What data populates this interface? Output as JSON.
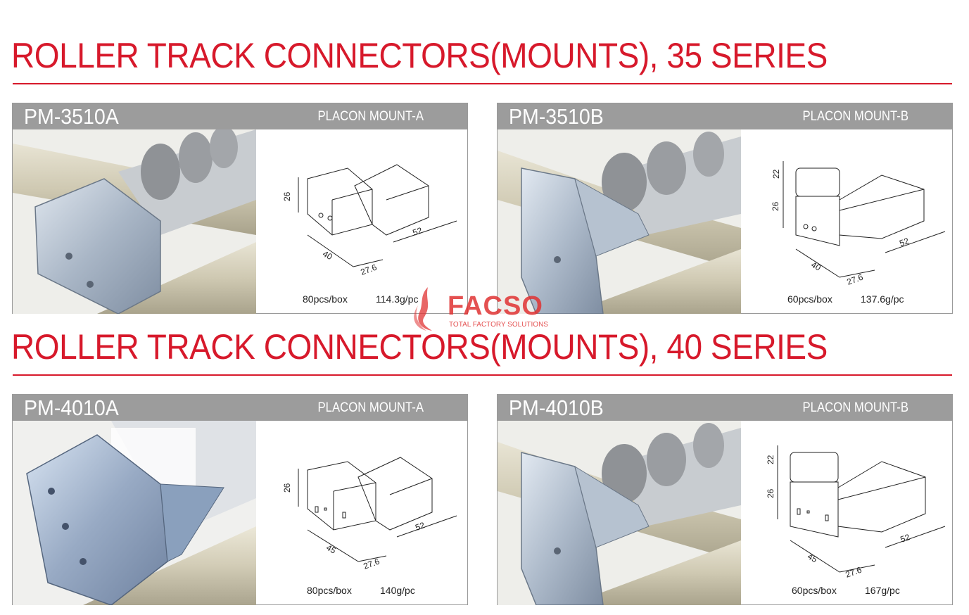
{
  "sections": [
    {
      "title": "ROLLER TRACK CONNECTORS(MOUNTS), 35 SERIES",
      "cards": [
        {
          "model": "PM-3510A",
          "name": "PLACON MOUNT-A",
          "pcs_box": "80pcs/box",
          "weight": "114.3g/pc",
          "dims": {
            "height": "26",
            "width": "40",
            "depth": "27.6",
            "length": "52"
          }
        },
        {
          "model": "PM-3510B",
          "name": "PLACON MOUNT-B",
          "pcs_box": "60pcs/box",
          "weight": "137.6g/pc",
          "dims": {
            "top": "22",
            "height": "26",
            "width": "40",
            "depth": "27.6",
            "length": "52"
          }
        }
      ]
    },
    {
      "title": "ROLLER TRACK CONNECTORS(MOUNTS), 40 SERIES",
      "cards": [
        {
          "model": "PM-4010A",
          "name": "PLACON MOUNT-A",
          "pcs_box": "80pcs/box",
          "weight": "140g/pc",
          "dims": {
            "height": "26",
            "width": "45",
            "depth": "27.6",
            "length": "52"
          }
        },
        {
          "model": "PM-4010B",
          "name": "PLACON MOUNT-B",
          "pcs_box": "60pcs/box",
          "weight": "167g/pc",
          "dims": {
            "top": "22",
            "height": "26",
            "width": "45",
            "depth": "27.6",
            "length": "52"
          }
        }
      ]
    }
  ],
  "watermark": {
    "brand": "FACSO",
    "tagline": "TOTAL FACTORY SOLUTIONS"
  },
  "colors": {
    "accent": "#d7192b",
    "header_gray": "#9c9c9c"
  }
}
